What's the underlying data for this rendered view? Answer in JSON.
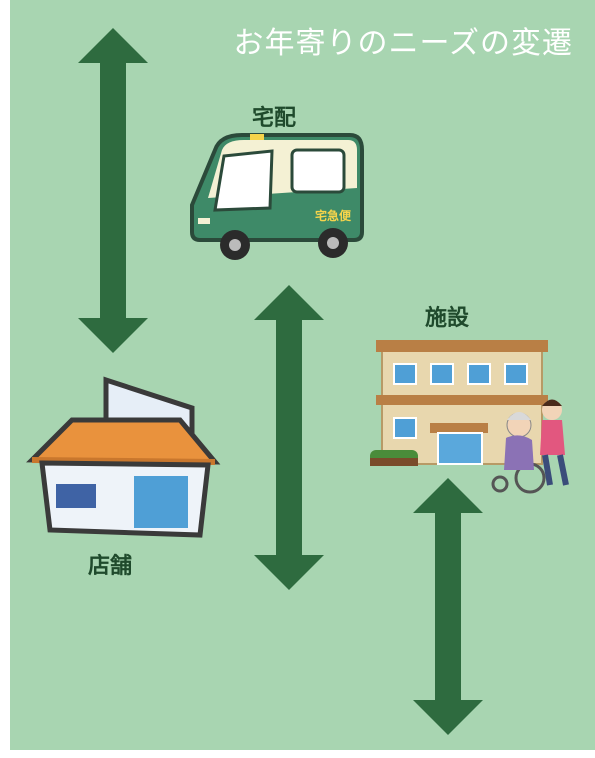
{
  "title": "お年寄りのニーズの変遷",
  "nodes": {
    "delivery": {
      "label": "宅配",
      "van_text": "宅急便"
    },
    "facility": {
      "label": "施設"
    },
    "store": {
      "label": "店舗"
    }
  },
  "colors": {
    "background": "#a8d5b1",
    "arrow": "#2e6b3f",
    "label": "#1f4a2c",
    "title": "#ffffff"
  },
  "icons": [
    "delivery-van-icon",
    "care-facility-icon",
    "store-building-icon",
    "double-arrow-icon"
  ]
}
